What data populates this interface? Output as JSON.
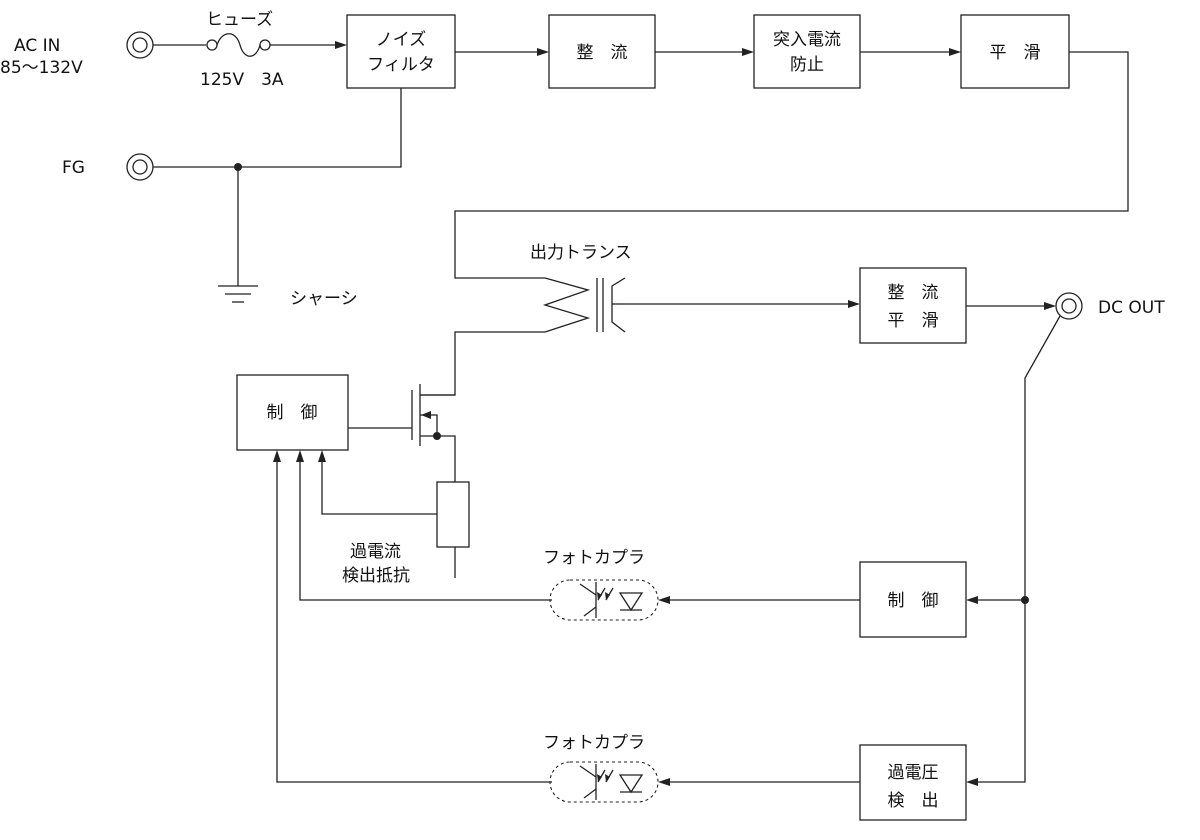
{
  "terminals": {
    "ac_in_line1": "AC IN",
    "ac_in_line2": "85～132V",
    "fg": "FG",
    "dc_out": "DC OUT"
  },
  "fuse": {
    "label": "ヒューズ",
    "rating": "125V　3A"
  },
  "chassis": "シャーシ",
  "blocks": {
    "noise_filter": [
      "ノイズ",
      "フィルタ"
    ],
    "rectifier": [
      "整　流"
    ],
    "inrush": [
      "突入電流",
      "防止"
    ],
    "smoothing": [
      "平　滑"
    ],
    "secondary_rect": [
      "整　流",
      "平　滑"
    ],
    "primary_control": [
      "制　御"
    ],
    "secondary_control": [
      "制　御"
    ],
    "ovp_detect": [
      "過電圧",
      "検　出"
    ]
  },
  "transformer": "出力トランス",
  "current_sense": [
    "過電流",
    "検出抵抗"
  ],
  "photocoupler_1": "フォトカプラ",
  "photocoupler_2": "フォトカプラ"
}
